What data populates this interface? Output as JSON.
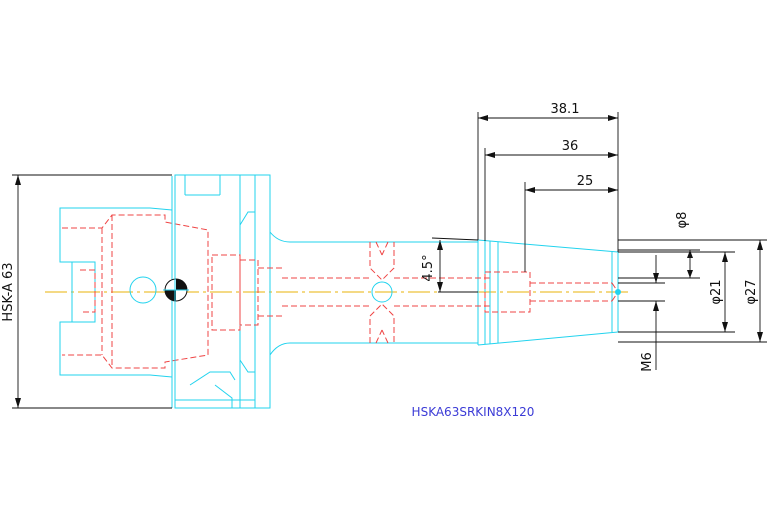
{
  "dimensions": {
    "d38_1": "38.1",
    "d36": "36",
    "d25": "25",
    "phi8": "φ8",
    "phi21": "φ21",
    "phi27": "φ27",
    "m6": "M6",
    "angle": "4.5°",
    "hsk": "HSK-A 63"
  },
  "part_number": "HSKA63SRKIN8X120",
  "colors": {
    "outline": "#22d3ee",
    "hidden": "#ef4444",
    "centerline": "#eab308",
    "dimension": "#111111",
    "part_label": "#3b3bd6"
  }
}
